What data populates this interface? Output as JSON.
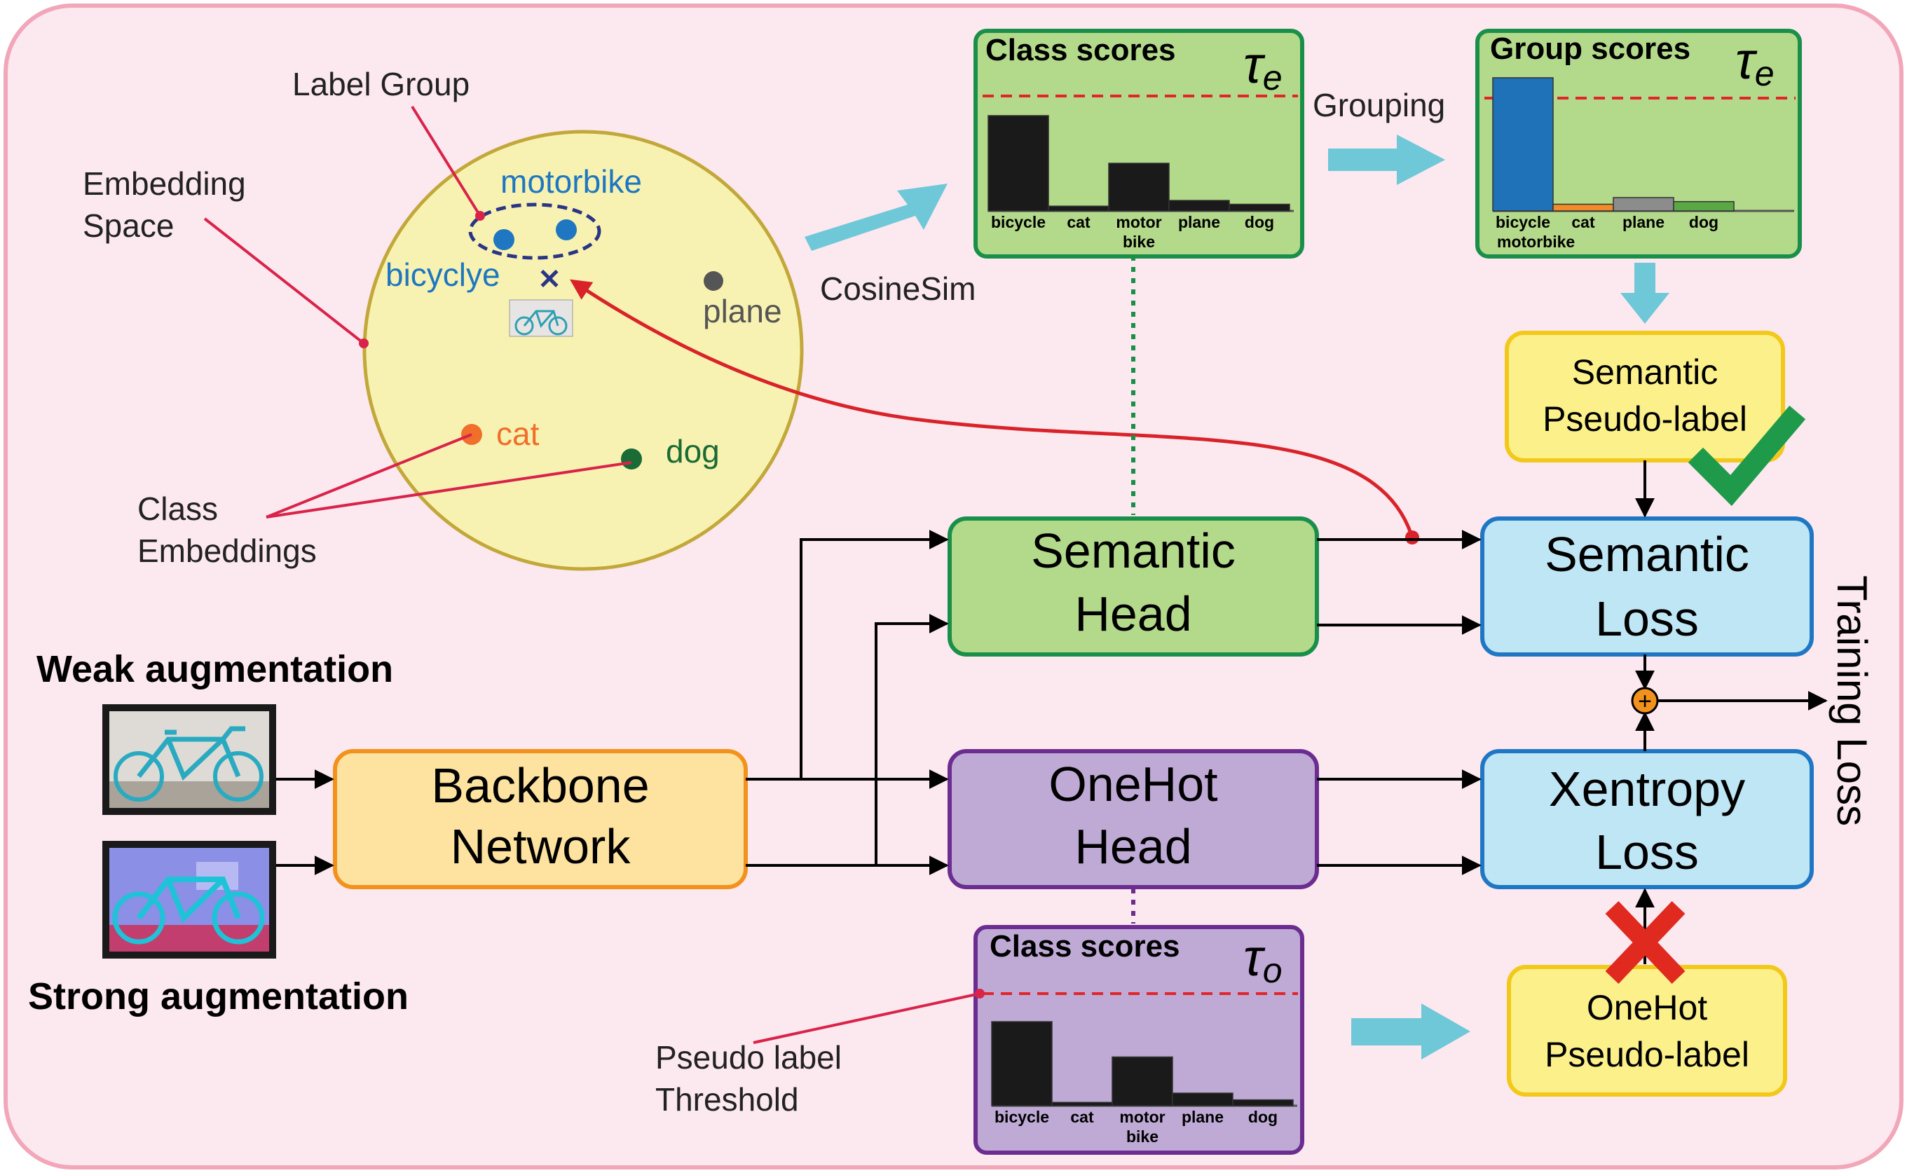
{
  "embedding_space": {
    "label": [
      "Embedding",
      "Space"
    ],
    "label_group": "Label Group",
    "class_embeddings": [
      "Class",
      "Embeddings"
    ],
    "classes": {
      "motorbike": "motorbike",
      "bicycle": "bicyclye",
      "plane": "plane",
      "cat": "cat",
      "dog": "dog"
    }
  },
  "augmentation": {
    "weak": "Weak augmentation",
    "strong": "Strong augmentation"
  },
  "backbone": [
    "Backbone",
    "Network"
  ],
  "semantic_head": [
    "Semantic",
    "Head"
  ],
  "onehot_head": [
    "OneHot",
    "Head"
  ],
  "semantic_loss": [
    "Semantic",
    "Loss"
  ],
  "xentropy_loss": [
    "Xentropy",
    "Loss"
  ],
  "semantic_pseudo_label": [
    "Semantic",
    "Pseudo-label"
  ],
  "onehot_pseudo_label": [
    "OneHot",
    "Pseudo-label"
  ],
  "training_loss": "Training Loss",
  "cosine_sim": "CosineSim",
  "grouping": "Grouping",
  "pseudo_label_threshold": [
    "Pseudo label",
    "Threshold"
  ],
  "class_scores_top": {
    "title": "Class scores",
    "threshold_symbol": "τ",
    "threshold_sub": "e",
    "categories": [
      "bicycle",
      "cat",
      "motor",
      "plane",
      "dog"
    ],
    "motor_sub": "bike",
    "values": [
      1.0,
      0.05,
      0.5,
      0.11,
      0.07
    ]
  },
  "group_scores": {
    "title": "Group scores",
    "threshold_symbol": "τ",
    "threshold_sub": "e",
    "categories": [
      "bicycle",
      "cat",
      "plane",
      "dog"
    ],
    "bicycle_sub": "motorbike",
    "values": [
      1.0,
      0.05,
      0.1,
      0.07
    ],
    "colors": [
      "#1f72b8",
      "#f28c28",
      "#8c8c8c",
      "#59a845"
    ]
  },
  "class_scores_bottom": {
    "title": "Class scores",
    "threshold_symbol": "τ",
    "threshold_sub": "o",
    "categories": [
      "bicycle",
      "cat",
      "motor",
      "plane",
      "dog"
    ],
    "motor_sub": "bike",
    "values": [
      1.0,
      0.04,
      0.58,
      0.15,
      0.07
    ]
  },
  "colors": {
    "semantic": "#b3d98b",
    "onehot": "#bfaad6",
    "loss": "#bfe6f5",
    "pseudo": "#fbf08a",
    "backbone": "#fde2a0",
    "background": "#fce8ef",
    "arrow_cyan": "#6fc8d8",
    "red_line": "#d9234a"
  }
}
